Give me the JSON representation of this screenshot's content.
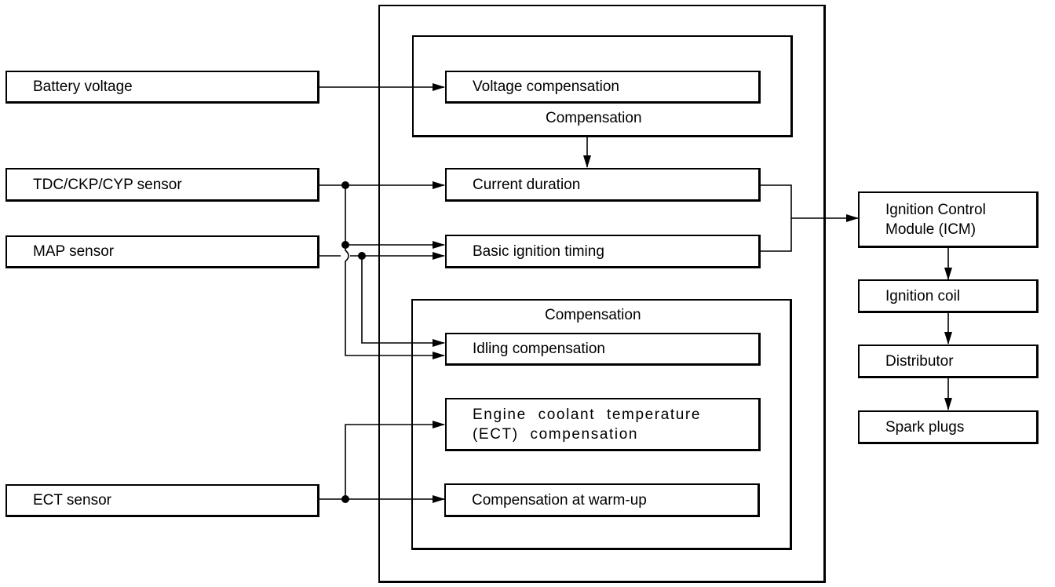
{
  "inputs": {
    "battery_voltage": "Battery voltage",
    "tdc_sensor": "TDC/CKP/CYP sensor",
    "map_sensor": "MAP sensor",
    "ect_sensor": "ECT sensor"
  },
  "ecm": {
    "top_group": {
      "voltage_compensation": "Voltage compensation",
      "label": "Compensation"
    },
    "current_duration": "Current duration",
    "basic_ignition_timing": "Basic ignition timing",
    "bottom_group": {
      "label": "Compensation",
      "idling_compensation": "Idling compensation",
      "ect_compensation": "Engine coolant temperature\n(ECT) compensation",
      "warmup_compensation": "Compensation at warm-up"
    }
  },
  "outputs": {
    "icm": "Ignition Control\nModule (ICM)",
    "ignition_coil": "Ignition coil",
    "distributor": "Distributor",
    "spark_plugs": "Spark plugs"
  }
}
